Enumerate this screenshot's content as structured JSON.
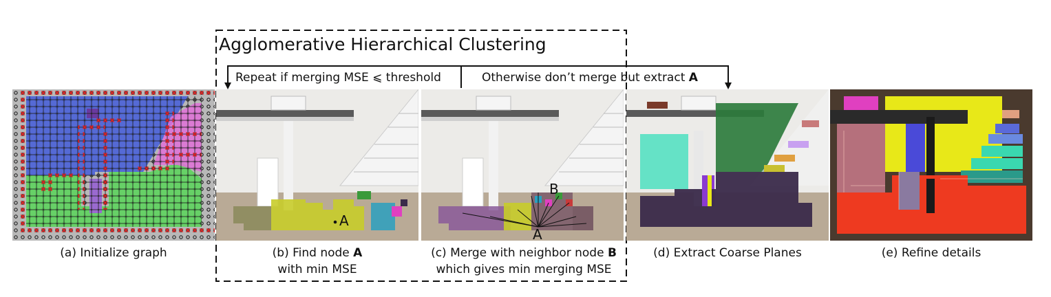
{
  "figure": {
    "title": "Agglomerative Hierarchical Clustering",
    "repeat_text": "Repeat if merging MSE ⩽ threshold",
    "otherwise_text_plain": "Otherwise don’t merge but extract ",
    "otherwise_text_bold": "A",
    "panels": [
      {
        "line1_plain": "(a) Initialize graph",
        "line1_bold": "",
        "line2": ""
      },
      {
        "line1_plain": "(b) Find node ",
        "line1_bold": "A",
        "line2": "with min MSE"
      },
      {
        "line1_plain": "(c) Merge with neighbor node ",
        "line1_bold": "B",
        "line2": "which gives min merging MSE"
      },
      {
        "line1_plain": "(d) Extract Coarse Planes",
        "line1_bold": "",
        "line2": ""
      },
      {
        "line1_plain": "(e) Refine details",
        "line1_bold": "",
        "line2": ""
      }
    ],
    "node_labels": {
      "a_label_b": "A",
      "a_label_c": "A",
      "b_label_c": "B"
    },
    "colors": {
      "blue_plane": "#4a62d8",
      "green_plane": "#5ed45e",
      "pink_plane": "#e070d8",
      "red_x": "#e02020",
      "merge_olive": "#c8cc2a",
      "merge_purple": "#8a5a9a",
      "yellow_plane": "#e8e818",
      "red_floor": "#ee3a20",
      "dark_floor": "#3a2a4a",
      "cyan_plane": "#4ee0c0"
    }
  }
}
